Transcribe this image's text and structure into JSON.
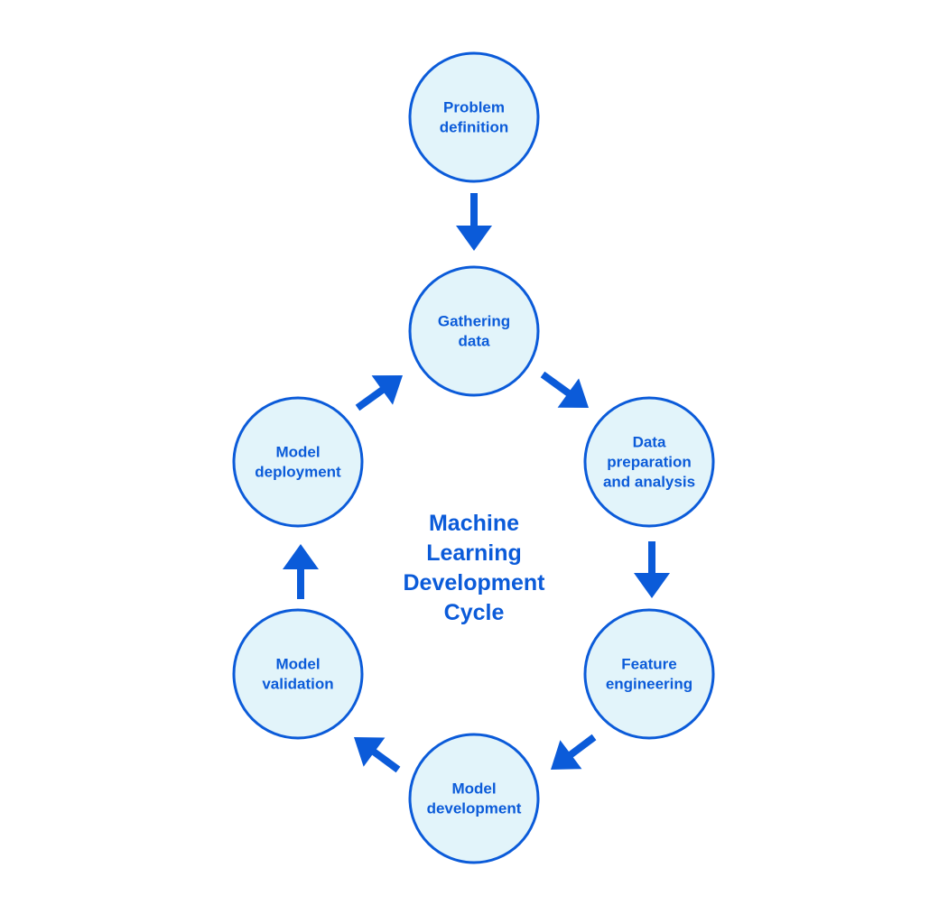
{
  "diagram": {
    "title_lines": [
      "Machine",
      "Learning",
      "Development",
      "Cycle"
    ],
    "stages": [
      {
        "id": "problem-definition",
        "lines": [
          "Problem",
          "definition"
        ]
      },
      {
        "id": "gathering-data",
        "lines": [
          "Gathering",
          "data"
        ]
      },
      {
        "id": "data-preparation",
        "lines": [
          "Data",
          "preparation",
          "and analysis"
        ]
      },
      {
        "id": "feature-engineering",
        "lines": [
          "Feature",
          "engineering"
        ]
      },
      {
        "id": "model-development",
        "lines": [
          "Model",
          "development"
        ]
      },
      {
        "id": "model-validation",
        "lines": [
          "Model",
          "validation"
        ]
      },
      {
        "id": "model-deployment",
        "lines": [
          "Model",
          "deployment"
        ]
      }
    ],
    "colors": {
      "accent": "#0b5bd9",
      "node_fill": "#e2f4fa",
      "background": "#ffffff"
    }
  }
}
